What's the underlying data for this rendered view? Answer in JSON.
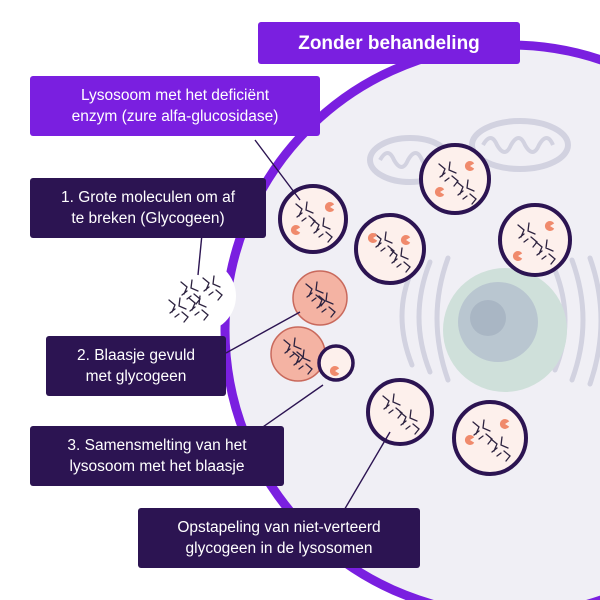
{
  "title": "Zonder behandeling",
  "labels": {
    "lysosome": [
      "Lysosoom met het deficiënt",
      "enzym (zure alfa-glucosidase)"
    ],
    "step1": [
      "1. Grote moleculen om af",
      "te breken (Glycogeen)"
    ],
    "step2": [
      "2. Blaasje gevuld",
      "met glycogeen"
    ],
    "step3": [
      "3. Samensmelting van het",
      "lysosoom met het blaasje"
    ],
    "result": [
      "Opstapeling van niet-verteerd",
      "glycogeen in de lysosomen"
    ]
  },
  "colors": {
    "dark_label": "#2c1452",
    "accent": "#7a1fe0",
    "cell_membrane": "#7a1fe0",
    "cell_fill": "#f0eff5",
    "organelle": "#d2d2e0",
    "nucleus": "#c5d8d2",
    "vesicle": "#f4b3a3",
    "enzyme": "#f08a6c"
  }
}
